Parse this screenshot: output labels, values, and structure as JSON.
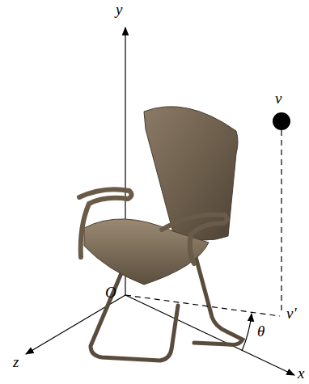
{
  "diagram": {
    "labels": [
      "y",
      "v",
      "O",
      "v'",
      "θ",
      "z",
      "x"
    ]
  }
}
